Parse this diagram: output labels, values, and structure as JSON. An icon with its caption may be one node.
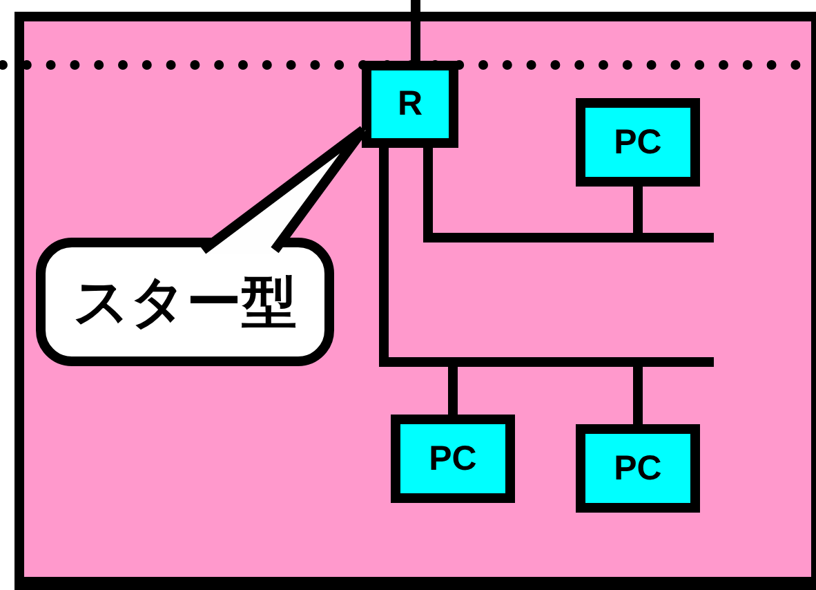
{
  "diagram": {
    "nodes": [
      {
        "text": [
          "R"
        ]
      },
      {
        "text": [
          "PC"
        ]
      },
      {
        "text": [
          "PC"
        ]
      },
      {
        "text": [
          "PC"
        ]
      },
      {
        "text": [
          "スター型"
        ]
      }
    ],
    "edges": [
      {
        "from": 0,
        "to": 1,
        "arrow": "none"
      },
      {
        "from": 0,
        "to": 2,
        "arrow": "none"
      },
      {
        "from": 0,
        "to": 3,
        "arrow": "none"
      },
      {
        "from": null,
        "to": 0,
        "arrow": "none"
      },
      {
        "from": 4,
        "to": 0,
        "arrow": "none"
      }
    ]
  }
}
